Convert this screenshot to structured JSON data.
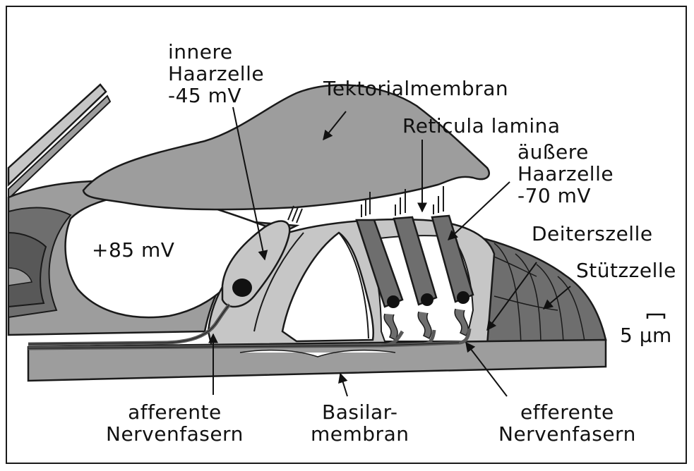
{
  "labels": {
    "inner_hair_cell": "innere\nHaarzelle\n-45 mV",
    "tectorial_membrane": "Tektorialmembran",
    "reticular_lamina": "Reticula lamina",
    "outer_hair_cell": "äußere\nHaarzelle\n-70 mV",
    "endolymph_potential": "+85 mV",
    "deiters_cell": "Deiterszelle",
    "supporting_cell": "Stützzelle",
    "scale_bar": "5 µm",
    "afferent_fibers": "afferente\nNervenfasern",
    "basilar_membrane": "Basilar-\nmembran",
    "efferent_fibers": "efferente\nNervenfasern"
  },
  "colors": {
    "light_gray": "#c6c6c6",
    "mid_gray": "#9d9d9d",
    "dark_gray": "#6e6e6e",
    "darker_gray": "#585858",
    "nucleus": "#111111",
    "outline": "#1a1a1a"
  }
}
